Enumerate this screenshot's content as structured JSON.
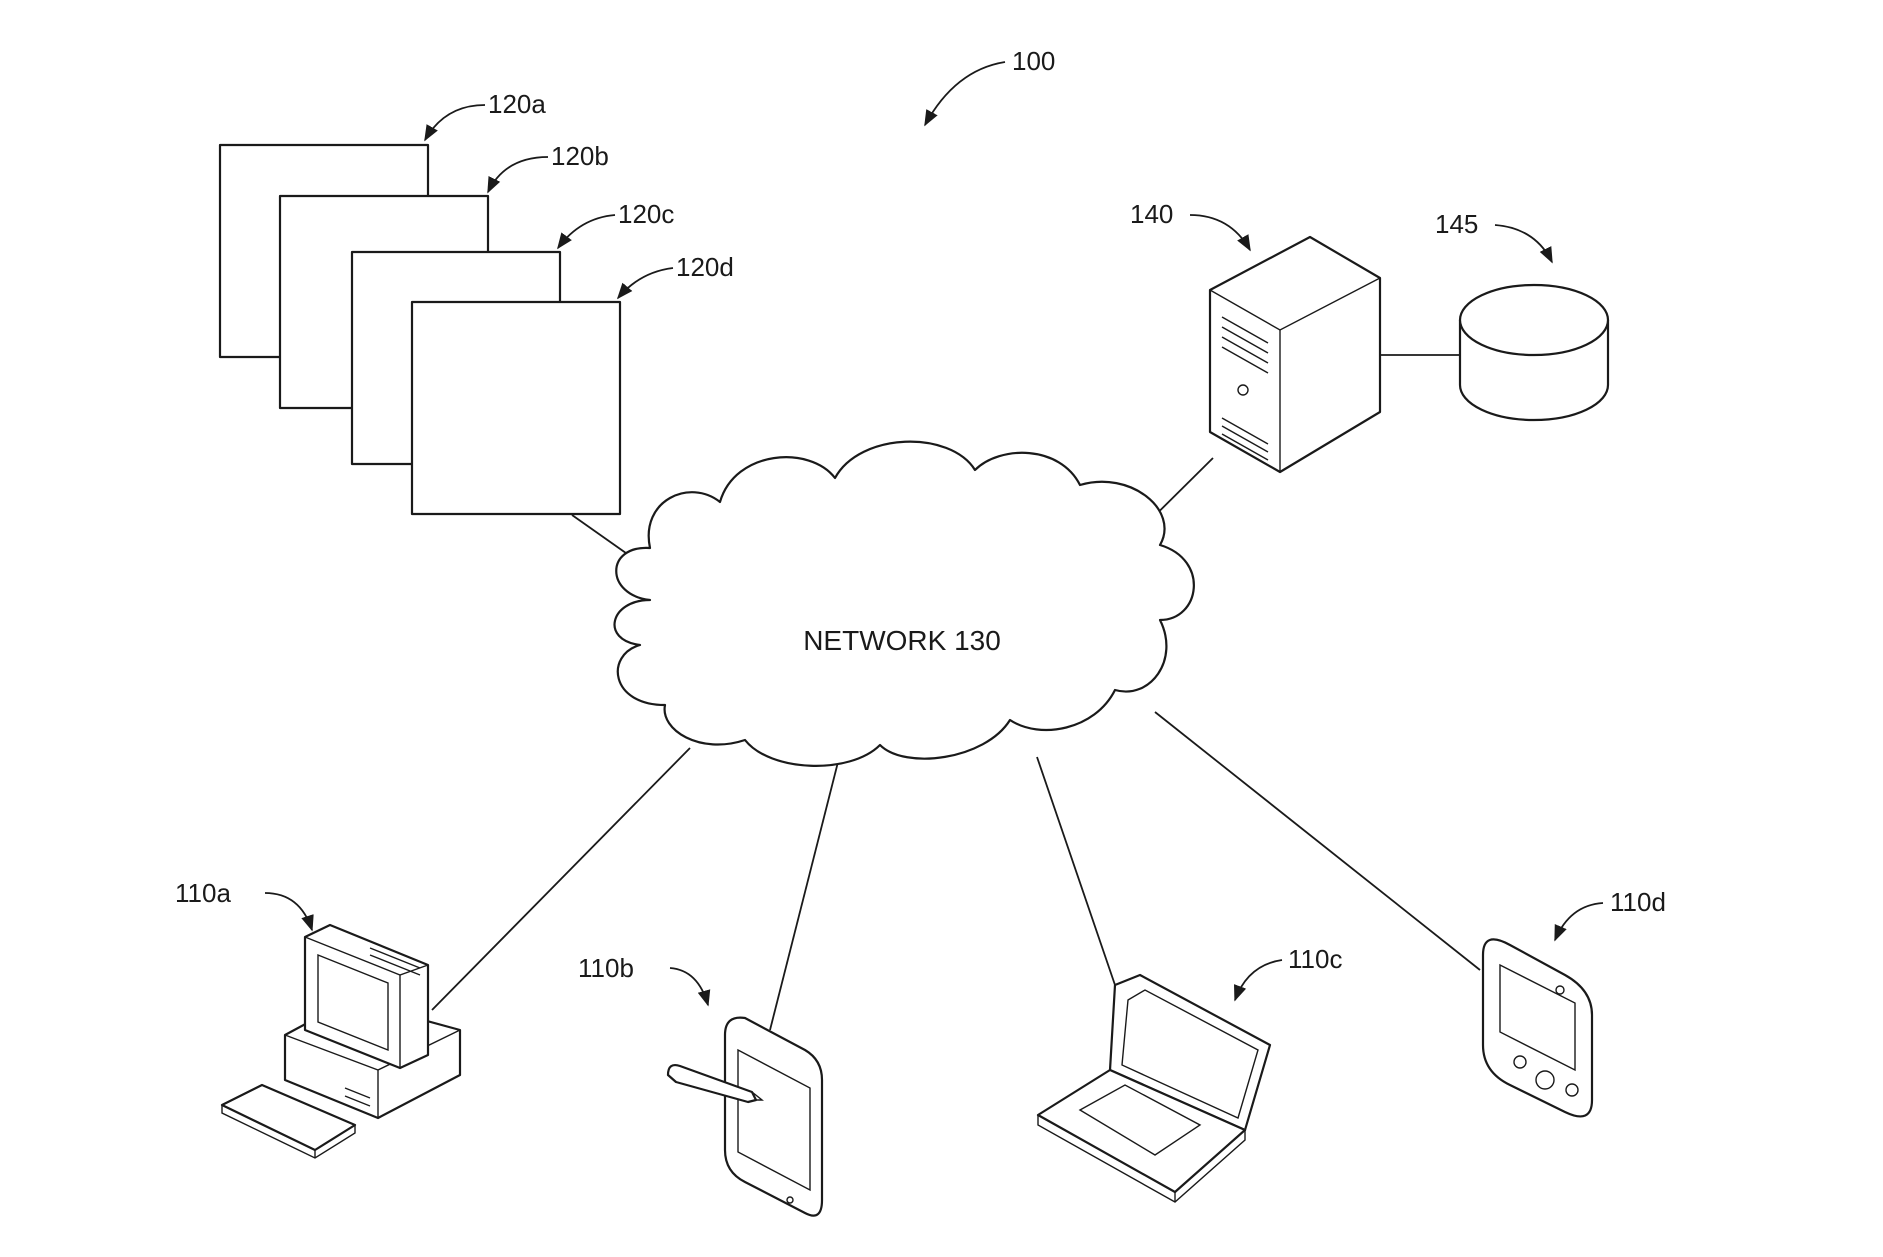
{
  "labels": {
    "system": "100",
    "doc_a": "120a",
    "doc_b": "120b",
    "doc_c": "120c",
    "doc_d": "120d",
    "server": "140",
    "database": "145",
    "desktop": "110a",
    "tablet": "110b",
    "laptop": "110c",
    "handheld": "110d"
  },
  "network": {
    "label": "NETWORK 130"
  },
  "icons": {
    "documents": "stacked-documents-icon",
    "server": "server-tower-icon",
    "database": "database-cylinder-icon",
    "desktop": "desktop-computer-icon",
    "tablet": "tablet-with-stylus-icon",
    "laptop": "laptop-icon",
    "handheld": "pda-handheld-icon",
    "network": "network-cloud-icon"
  }
}
